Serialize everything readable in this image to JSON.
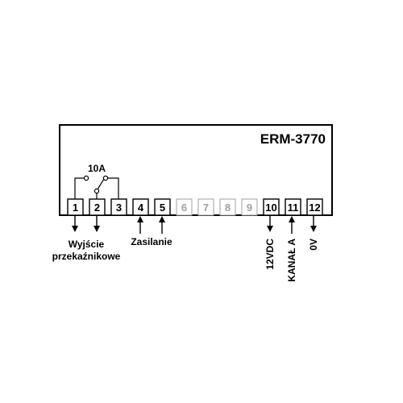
{
  "device": {
    "model": "ERM-3770"
  },
  "relay": {
    "rating": "10A"
  },
  "terminals": [
    {
      "number": "1",
      "active": true
    },
    {
      "number": "2",
      "active": true
    },
    {
      "number": "3",
      "active": true
    },
    {
      "number": "4",
      "active": true
    },
    {
      "number": "5",
      "active": true
    },
    {
      "number": "6",
      "active": false
    },
    {
      "number": "7",
      "active": false
    },
    {
      "number": "8",
      "active": false
    },
    {
      "number": "9",
      "active": false
    },
    {
      "number": "10",
      "active": true
    },
    {
      "number": "11",
      "active": true
    },
    {
      "number": "12",
      "active": true
    }
  ],
  "labels": {
    "relay_output_line1": "Wyjście",
    "relay_output_line2": "przekaźnikowe",
    "power": "Zasilanie",
    "t10": "12VDC",
    "t11": "KANAŁ A",
    "t12": "0V"
  },
  "colors": {
    "line": "#000000",
    "inactive": "#a0a0a0"
  }
}
